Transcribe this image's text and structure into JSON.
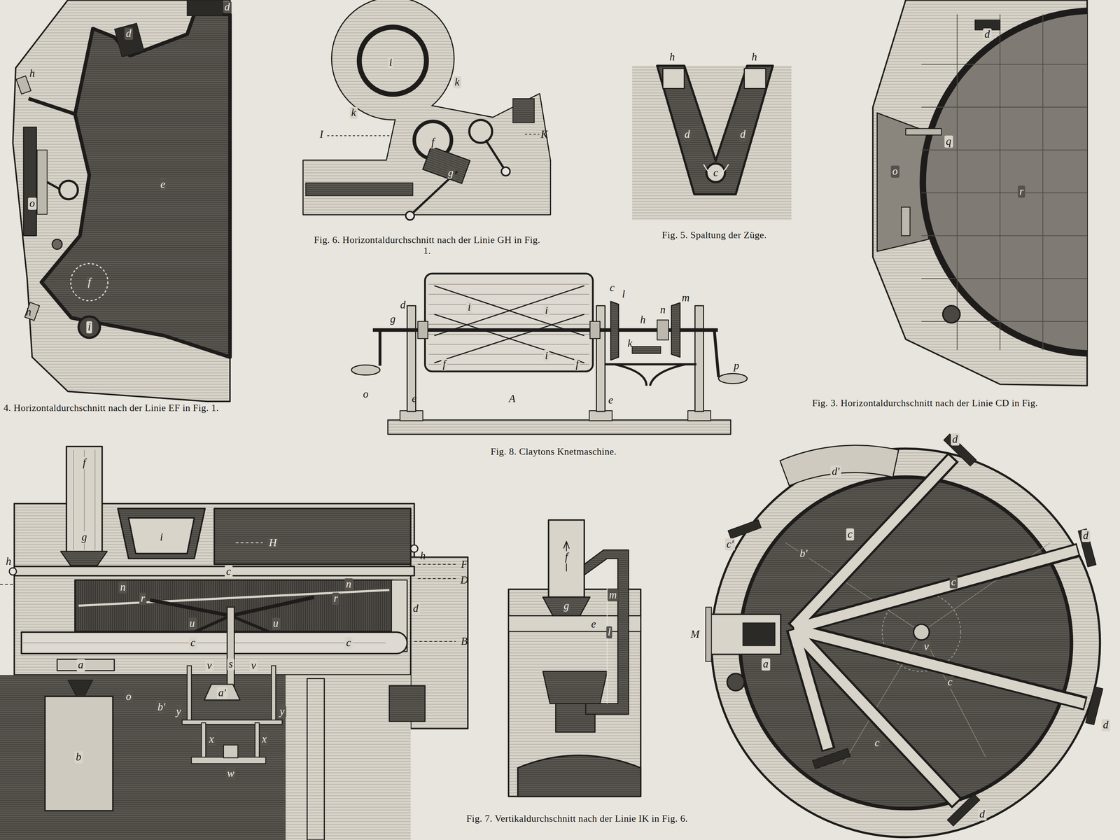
{
  "diagram": {
    "labels": [
      "d",
      "d",
      "h",
      "o",
      "e",
      "f",
      "h",
      "i",
      "4. Horizontaldurchschnitt nach der Linie EF in Fig. 1.",
      "i",
      "k",
      "k",
      "I",
      "K",
      "f",
      "g",
      "Fig. 6. Horizontaldurchschnitt nach der Linie GH in Fig. 1.",
      "h",
      "h",
      "d",
      "d",
      "c",
      "Fig. 5. Spaltung der Züge.",
      "d",
      "q",
      "o",
      "r",
      "Fig. 3. Horizontaldurchschnitt nach der Linie CD in Fig.",
      "c",
      "l",
      "m",
      "d",
      "g",
      "n",
      "i",
      "i",
      "h",
      "k",
      "i",
      "f",
      "f",
      "o",
      "p",
      "e",
      "A",
      "e",
      "Fig. 8. Claytons Knetmaschine.",
      "f",
      "g",
      "i",
      "H",
      "h",
      "h",
      "F",
      "D",
      "c",
      "n",
      "n",
      "r",
      "r",
      "u",
      "u",
      "d",
      "c",
      "c",
      "B",
      "a",
      "s",
      "v",
      "v",
      "o",
      "a'",
      "y",
      "y",
      "b'",
      "x",
      "x",
      "w",
      "b",
      "f",
      "m",
      "g",
      "l",
      "e",
      "Fig. 7. Vertikaldurchschnitt nach der Linie IK in Fig. 6.",
      "d",
      "d'",
      "c'",
      "b'",
      "c",
      "c",
      "d",
      "M",
      "a",
      "v",
      "c",
      "d",
      "c",
      "d"
    ]
  }
}
